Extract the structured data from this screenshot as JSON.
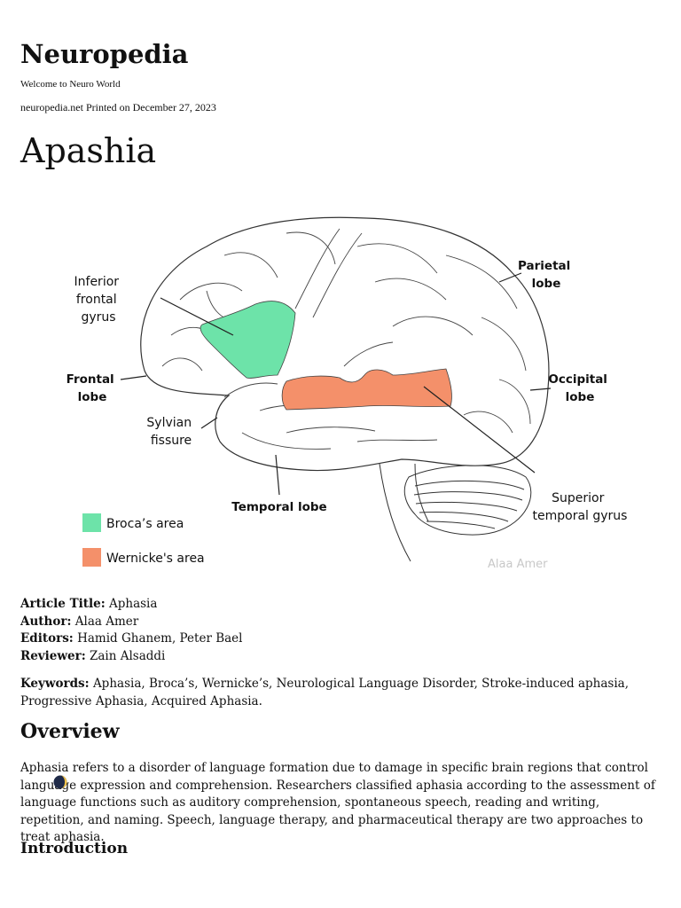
{
  "site": {
    "title": "Neuropedia",
    "tagline": "Welcome to Neuro World",
    "printed": "neuropedia.net Printed on December 27, 2023"
  },
  "page_title": "Apashia",
  "figure": {
    "labels": {
      "inferior_frontal_gyrus": [
        "Inferior",
        "frontal",
        "gyrus"
      ],
      "parietal_lobe": [
        "Parietal",
        "lobe"
      ],
      "frontal_lobe": [
        "Frontal",
        "lobe"
      ],
      "occipital_lobe": [
        "Occipital",
        "lobe"
      ],
      "sylvian_fissure": [
        "Sylvian",
        "fissure"
      ],
      "superior_temporal_gyrus": [
        "Superior",
        "temporal gyrus"
      ],
      "temporal_lobe": "Temporal lobe"
    },
    "legend": [
      {
        "label": "Broca’s area",
        "color": "#6de3a9"
      },
      {
        "label": "Wernicke's area",
        "color": "#f4906a"
      }
    ],
    "credit": "Alaa Amer"
  },
  "meta": {
    "article_title_label": "Article Title:",
    "article_title": "Aphasia",
    "author_label": "Author:",
    "author": "Alaa Amer",
    "editors_label": "Editors:",
    "editors": "Hamid Ghanem, Peter Bael",
    "reviewer_label": "Reviewer:",
    "reviewer": "Zain Alsaddi"
  },
  "keywords": {
    "label": "Keywords:",
    "text": "Aphasia, Broca’s, Wernicke’s, Neurological Language Disorder, Stroke-induced aphasia, Progressive Aphasia, Acquired Aphasia."
  },
  "overview": {
    "heading": "Overview",
    "text": "Aphasia refers to a disorder of language formation due to damage in specific brain regions that control language expression and comprehension. Researchers classified aphasia according to the assessment of language functions such as auditory comprehension, spontaneous speech, reading and writing, repetition, and naming. Speech, language therapy, and pharmaceutical therapy are two approaches to treat aphasia."
  },
  "introduction": {
    "heading": "Introduction"
  },
  "icons": {
    "theme_toggle": "moon-icon"
  }
}
